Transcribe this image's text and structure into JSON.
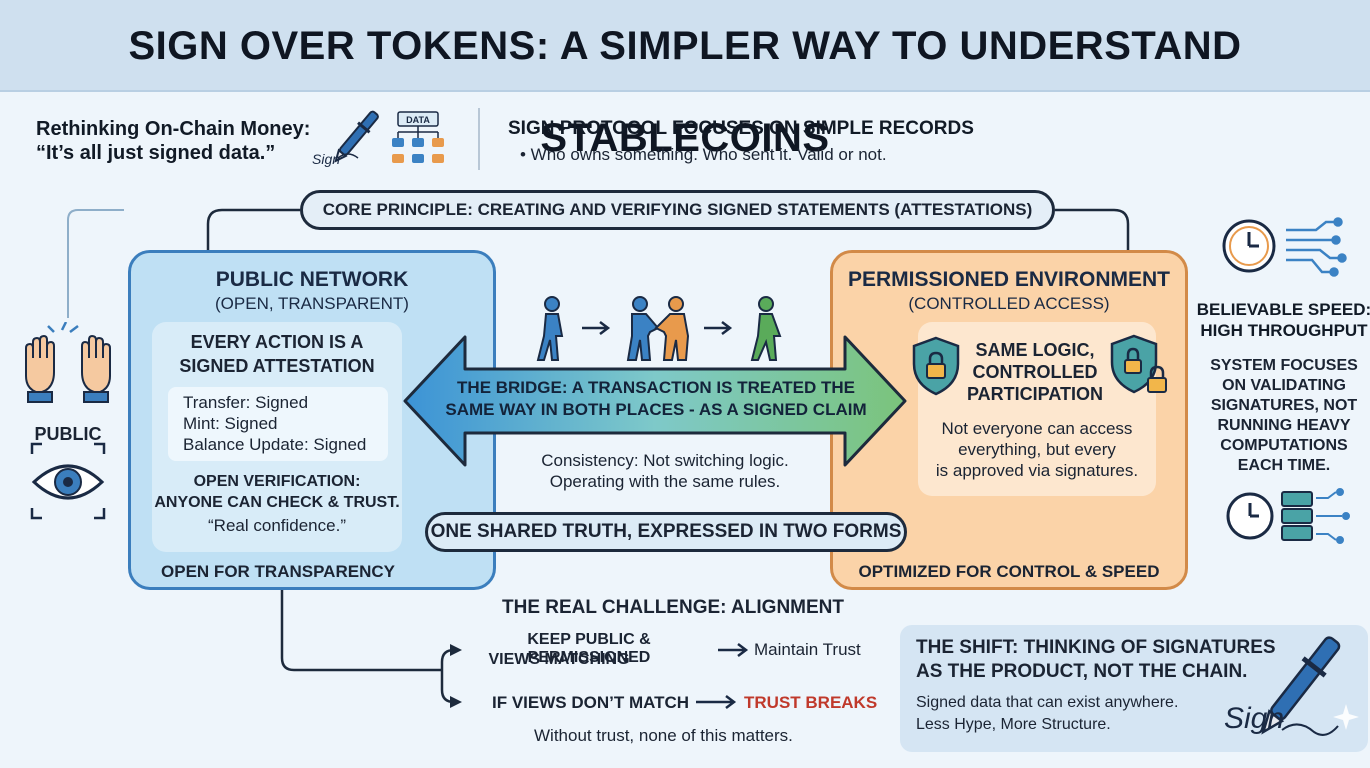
{
  "title": "SIGN OVER TOKENS: A SIMPLER WAY TO UNDERSTAND STABLECOINS",
  "intro": {
    "line1": "Rethinking On-Chain Money:",
    "line2": "“It’s all just signed data.”",
    "sign_word": "Sign",
    "data_label": "DATA"
  },
  "sign_protocol": {
    "heading": "SIGN PROTOCOL FOCUSES ON SIMPLE RECORDS",
    "bullet": "• Who owns something. Who sent it. Valid or not."
  },
  "core_principle": "CORE PRINCIPLE: CREATING AND VERIFYING SIGNED STATEMENTS (ATTESTATIONS)",
  "public_side": {
    "label": "PUBLIC"
  },
  "public_panel": {
    "title": "PUBLIC NETWORK",
    "subtitle": "(OPEN, TRANSPARENT)",
    "inner_heading_1": "EVERY ACTION IS A",
    "inner_heading_2": "SIGNED ATTESTATION",
    "items": [
      "Transfer: Signed",
      "Mint: Signed",
      "Balance Update: Signed"
    ],
    "verify_1": "OPEN VERIFICATION:",
    "verify_2": "ANYONE CAN CHECK & TRUST.",
    "verify_3": "“Real confidence.”",
    "footer": "OPEN FOR TRANSPARENCY"
  },
  "bridge": {
    "line1": "THE BRIDGE: A TRANSACTION IS TREATED THE",
    "line2": "SAME WAY IN BOTH PLACES - AS A SIGNED CLAIM"
  },
  "consistency": {
    "line1": "Consistency: Not switching logic.",
    "line2": "Operating with the same rules."
  },
  "shared_truth": "ONE SHARED TRUTH, EXPRESSED IN TWO FORMS",
  "perm_panel": {
    "title": "PERMISSIONED ENVIRONMENT",
    "subtitle": "(CONTROLLED ACCESS)",
    "inner_1": "SAME LOGIC,",
    "inner_2": "CONTROLLED",
    "inner_3": "PARTICIPATION",
    "desc_1": "Not everyone can access",
    "desc_2": "everything, but every",
    "desc_3": "is approved via signatures.",
    "footer": "OPTIMIZED FOR CONTROL & SPEED"
  },
  "speed": {
    "heading_1": "BELIEVABLE SPEED:",
    "heading_2": "HIGH THROUGHPUT",
    "body": [
      "SYSTEM FOCUSES",
      "ON VALIDATING",
      "SIGNATURES, NOT",
      "RUNNING HEAVY",
      "COMPUTATIONS",
      "EACH TIME."
    ]
  },
  "alignment": {
    "heading": "THE REAL CHALLENGE: ALIGNMENT",
    "row1_1": "KEEP PUBLIC & PERMISSIONED",
    "row1_2": "VIEWS MATCHING",
    "row1_result": "Maintain Trust",
    "row2": "IF VIEWS DON’T MATCH",
    "row2_result": "TRUST BREAKS",
    "footer": "Without trust, none of this matters."
  },
  "shift": {
    "heading_1": "THE SHIFT: THINKING OF SIGNATURES",
    "heading_2": "AS THE PRODUCT, NOT THE CHAIN.",
    "body_1": "Signed data that can exist anywhere.",
    "body_2": "Less Hype, More Structure.",
    "sign_word": "Sign"
  },
  "colors": {
    "public_blue": "#3b7ebd",
    "perm_orange": "#d28a48",
    "trust_breaks_red": "#c0392b"
  }
}
